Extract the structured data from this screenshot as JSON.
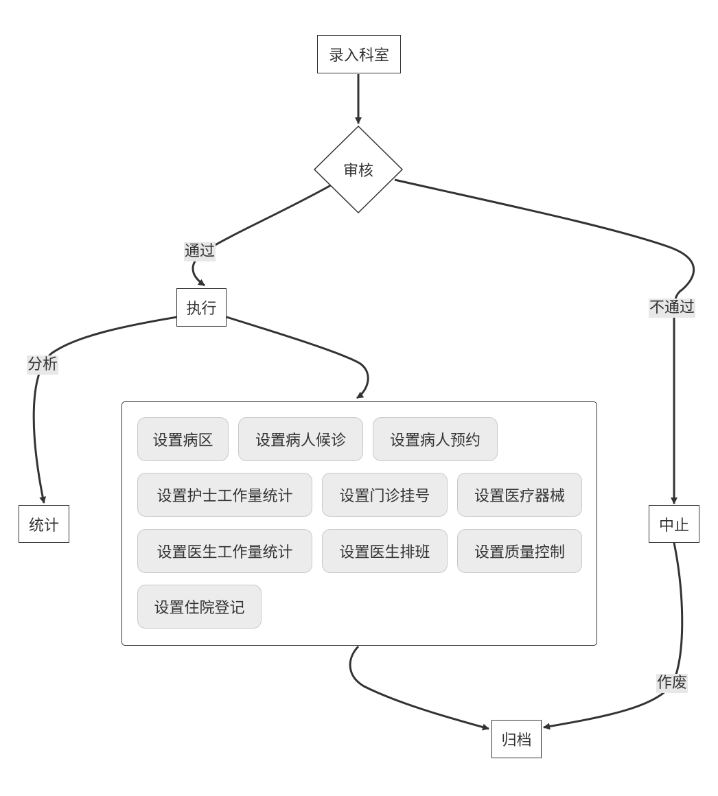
{
  "nodes": {
    "entry": "录入科室",
    "review": "审核",
    "execute": "执行",
    "statistics": "统计",
    "terminate": "中止",
    "archive": "归档"
  },
  "edge_labels": {
    "pass": "通过",
    "reject": "不通过",
    "analyze": "分析",
    "void": "作废"
  },
  "group_items": [
    "设置病区",
    "设置病人候诊",
    "设置病人预约",
    "设置护士工作量统计",
    "设置门诊挂号",
    "设置医疗器械",
    "设置医生工作量统计",
    "设置医生排班",
    "设置质量控制",
    "设置住院登记"
  ],
  "colors": {
    "line": "#333333",
    "chip_fill": "#ececec",
    "label_bg": "#e8e8e8"
  }
}
